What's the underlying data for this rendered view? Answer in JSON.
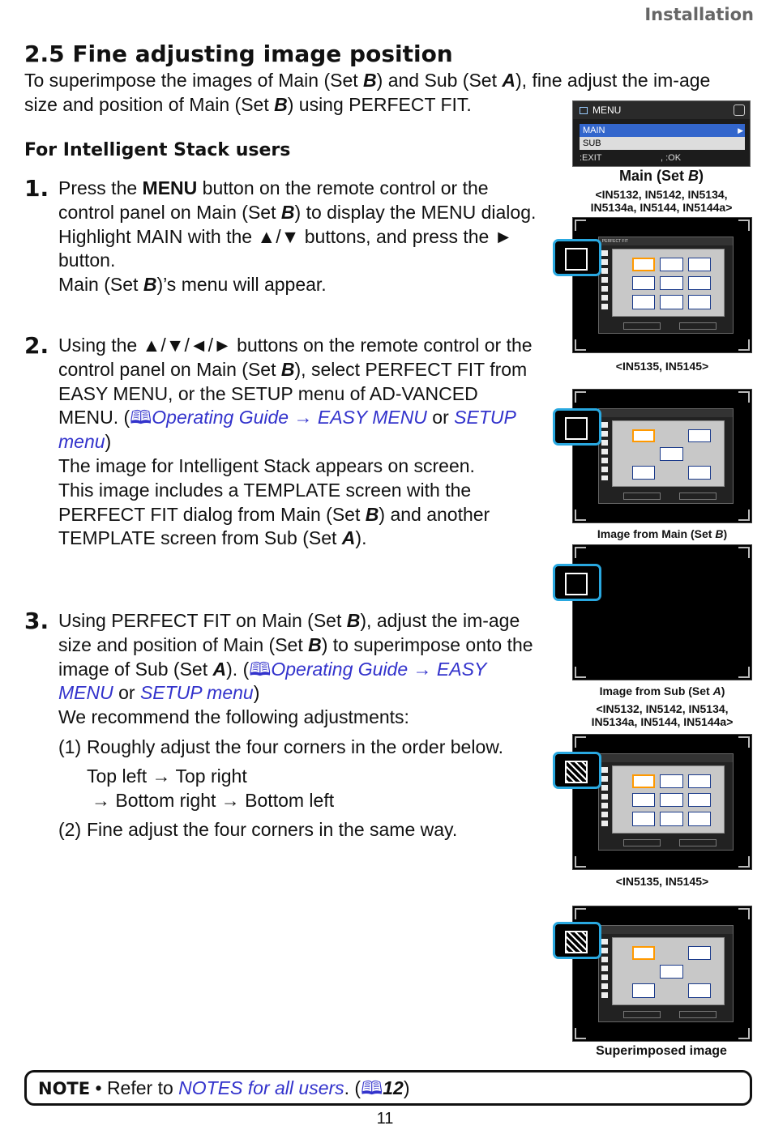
{
  "header": {
    "section": "Installation"
  },
  "title": "2.5 Fine adjusting image position",
  "intro": {
    "a": "To superimpose the images of Main (Set ",
    "b1": "B",
    "c": ") and Sub (Set ",
    "b2": "A",
    "d": "), fine adjust the im-age size and position of Main (Set ",
    "b3": "B",
    "e": ") using PERFECT FIT."
  },
  "subheading": "For Intelligent Stack users",
  "steps": [
    {
      "num": "1.",
      "l1a": "Press the ",
      "l1b": "MENU",
      "l1c": " button on the remote control or the control panel on Main (Set ",
      "l1d": "B",
      "l1e": ") to display the MENU dialog.",
      "l2": "Highlight MAIN with the ▲/▼ buttons, and press the ► button.",
      "l3a": "Main (Set ",
      "l3b": "B",
      "l3c": ")’s menu will appear."
    },
    {
      "num": "2.",
      "l1a": "Using the ▲/▼/◄/► buttons on the remote control or the control panel on Main (Set ",
      "l1b": "B",
      "l1c": "), select PERFECT FIT from EASY MENU, or the SETUP menu of AD-VANCED MENU. (",
      "book": "🕮",
      "link1": "Operating Guide",
      "arrow": " → ",
      "link2": "EASY MENU",
      "or": " or ",
      "link3": "SETUP menu",
      "close": ")",
      "l2": "The image for Intelligent Stack appears on screen.",
      "l3a": "This image includes a TEMPLATE screen with the PERFECT FIT dialog from Main (Set ",
      "l3b": "B",
      "l3c": ") and another TEMPLATE screen from Sub (Set ",
      "l3d": "A",
      "l3e": ")."
    },
    {
      "num": "3.",
      "l1a": "Using PERFECT FIT on Main (Set ",
      "l1b": "B",
      "l1c": "), adjust the im-age size and position of Main (Set ",
      "l1d": "B",
      "l1e": ") to superimpose onto the image of Sub (Set ",
      "l1f": "A",
      "l1g": "). (",
      "book": "🕮",
      "link1": "Operating Guide",
      "arrow": " →",
      "link2": "EASY MENU",
      "or": " or ",
      "link3": "SETUP menu",
      "close": ")",
      "l2": "We recommend the following adjustments:",
      "s1label": "(1)",
      "s1": "Roughly adjust the four corners in the order below.",
      "s1a": "Top left → Top right",
      "s1b": "→ Bottom right → Bottom left",
      "s2label": "(2)",
      "s2": "Fine adjust the four corners in the same way."
    }
  ],
  "menu": {
    "title": "MENU",
    "items": [
      "MAIN",
      "SUB"
    ],
    "exit": ":EXIT",
    "ok": ",  :OK"
  },
  "captions": {
    "main_set_a": "Main (Set ",
    "main_set_b": "B",
    "main_set_c": ")",
    "models_1": "<IN5132, IN5142, IN5134, IN5134a, IN5144, IN5144a>",
    "models_2": "<IN5135, IN5145>",
    "img_main_a": "Image from Main (Set ",
    "img_main_b": "B",
    "img_main_c": ")",
    "img_sub_a": "Image from Sub (Set ",
    "img_sub_b": "A",
    "img_sub_c": ")",
    "models_3": "<IN5132, IN5142, IN5134, IN5134a, IN5144, IN5144a>",
    "models_4": "<IN5135, IN5145>",
    "superimposed": "Superimposed image"
  },
  "dialog_label": "PERFECT FIT",
  "note": {
    "label": "NOTE",
    "a": " • Refer to ",
    "link": "NOTES for all users",
    "b": ". (",
    "book": "🕮",
    "page": "12",
    "c": ")"
  },
  "page_number": "11"
}
